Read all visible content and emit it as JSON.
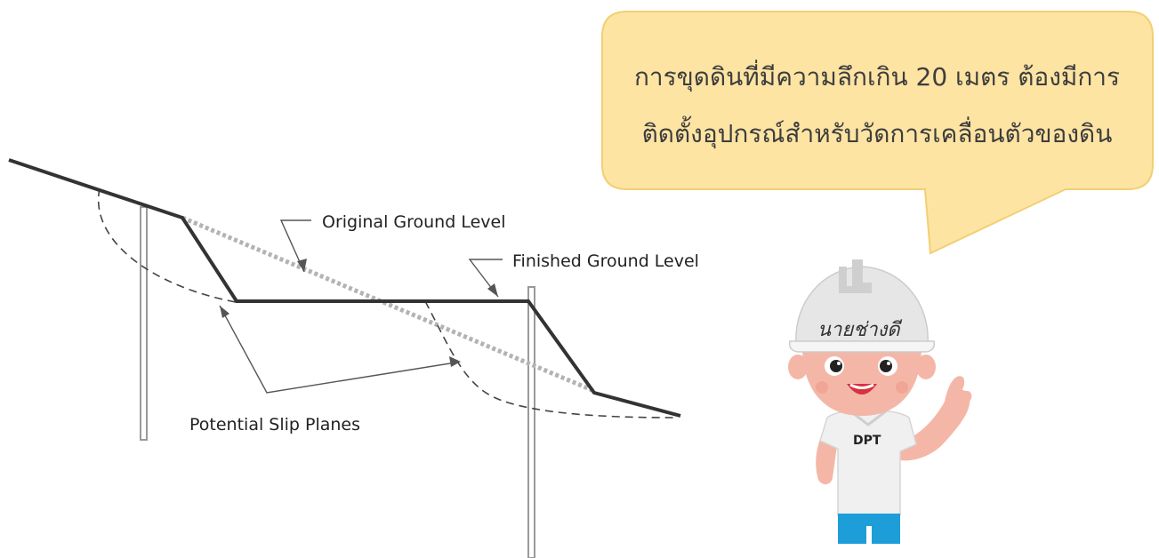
{
  "diagram": {
    "labels": {
      "original_ground_level": "Original Ground Level",
      "finished_ground_level": "Finished Ground Level",
      "potential_slip_planes": "Potential Slip Planes"
    }
  },
  "speech_bubble": {
    "line1": "การขุดดินที่มีความลึกเกิน 20 เมตร ต้องมีการ",
    "line2": "ติดตั้งอุปกรณ์สำหรับวัดการเคลื่อนตัวของดิน"
  },
  "mascot": {
    "hat_text": "นายช่างดี",
    "shirt_text": "DPT"
  },
  "colors": {
    "ground_line": "#333333",
    "original_ground": "#b3b3b3",
    "slip_plane": "#444444",
    "bubble_fill": "#fde4a3",
    "bubble_stroke": "#f3cf73",
    "helmet": "#e6e6e6",
    "skin": "#f4b7a7",
    "pants": "#1e9ed8"
  }
}
